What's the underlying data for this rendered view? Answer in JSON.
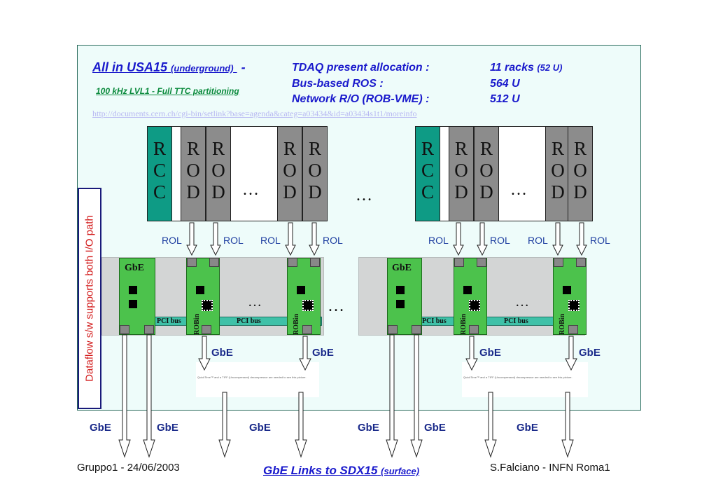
{
  "header": {
    "title_main": "All in USA15",
    "title_sub": "(underground)",
    "title_dash": "-",
    "subtitle": "100 kHz LVL1 - Full TTC partitioning",
    "url": "http://documents.cern.ch/cgi-bin/setlink?base=agenda&categ=a03434&id=a03434s1t1/moreinfo"
  },
  "allocation": {
    "rows": [
      {
        "label": "TDAQ present allocation :",
        "value": "11 racks",
        "value_small": "(52 U)"
      },
      {
        "label": "Bus-based ROS :",
        "value": "564 U",
        "value_small": ""
      },
      {
        "label": "Network R/O (ROB-VME) :",
        "value": "512 U",
        "value_small": ""
      }
    ]
  },
  "racks": {
    "rcc_letters": [
      "R",
      "C",
      "C"
    ],
    "rod_letters": [
      "R",
      "O",
      "D"
    ],
    "ellipsis": "…"
  },
  "labels": {
    "rol": "ROL",
    "gbe": "GbE",
    "pci_bus": "PCI bus",
    "robin": "ROBin",
    "nic_gbe": "GbE",
    "ellipsis": "…"
  },
  "quicktime_note": "QuickTime™ and a TIFF (Uncompressed) decompressor are needed to see this picture.",
  "sidebar": {
    "text": "Dataflow s/w supports both I/O path"
  },
  "footer": {
    "left": "Gruppo1 - 24/06/2003",
    "center_main": "GbE Links to SDX15",
    "center_sub": "(surface)",
    "right": "S.Falciano - INFN Roma1"
  },
  "colors": {
    "rcc": "#0e9b85",
    "rod": "#8c8c8c",
    "nic": "#4cc24c",
    "pci_bus": "#3fc1a8",
    "panel": "#eefcfa",
    "title_blue": "#1a1acc",
    "subtitle_green": "#0a8a3c",
    "sidebar_red": "#d21a1a"
  }
}
